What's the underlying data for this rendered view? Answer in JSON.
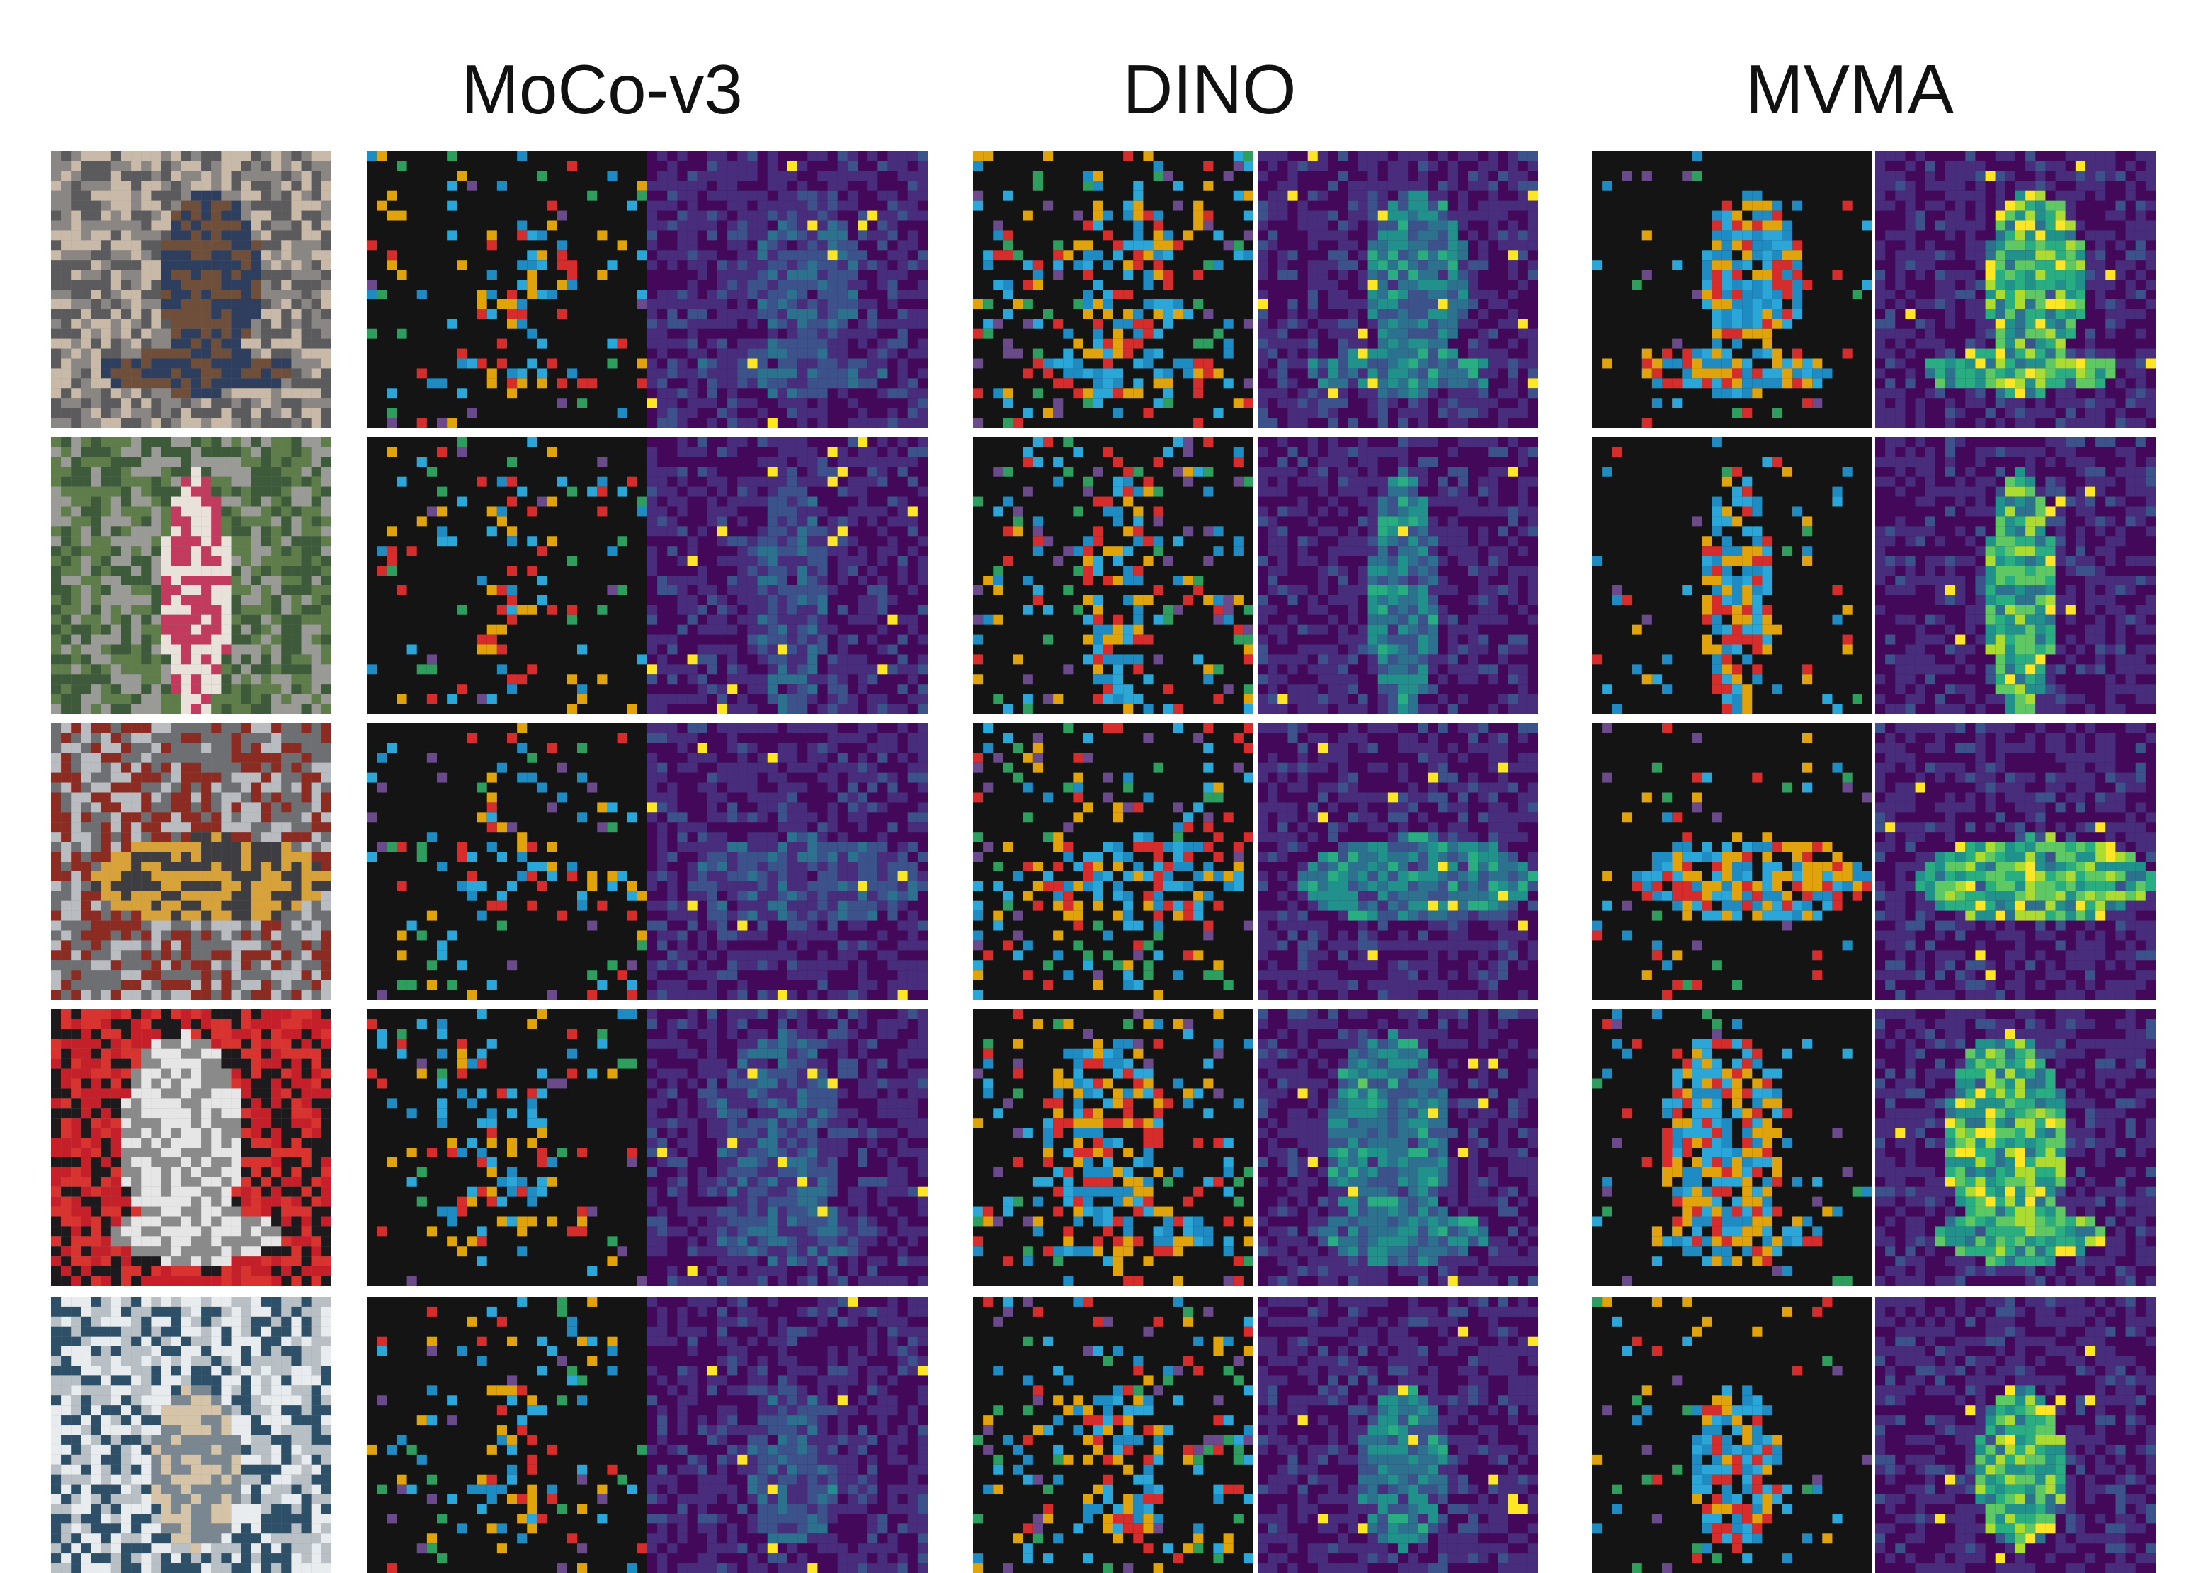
{
  "headers": {
    "moco": "MoCo-v3",
    "dino": "DINO",
    "mvma": "MVMA"
  },
  "rows": [
    {
      "subject": "skateboarder"
    },
    {
      "subject": "woman with umbrella"
    },
    {
      "subject": "train"
    },
    {
      "subject": "dog on red couch"
    },
    {
      "subject": "seagull"
    }
  ],
  "colors": {
    "cluster_background": "#141414",
    "cluster_palette": [
      "#1e8bc3",
      "#2aa6d8",
      "#d62c2c",
      "#e0a30c",
      "#2e9e5e",
      "#6a4a8a"
    ],
    "attention_colormap": "viridis",
    "attention_low": "#44085a",
    "attention_high": "#fde725"
  },
  "icons": {
    "cluster_map": "segmentation-cluster-grid",
    "attention_map": "attention-heatmap-grid"
  }
}
